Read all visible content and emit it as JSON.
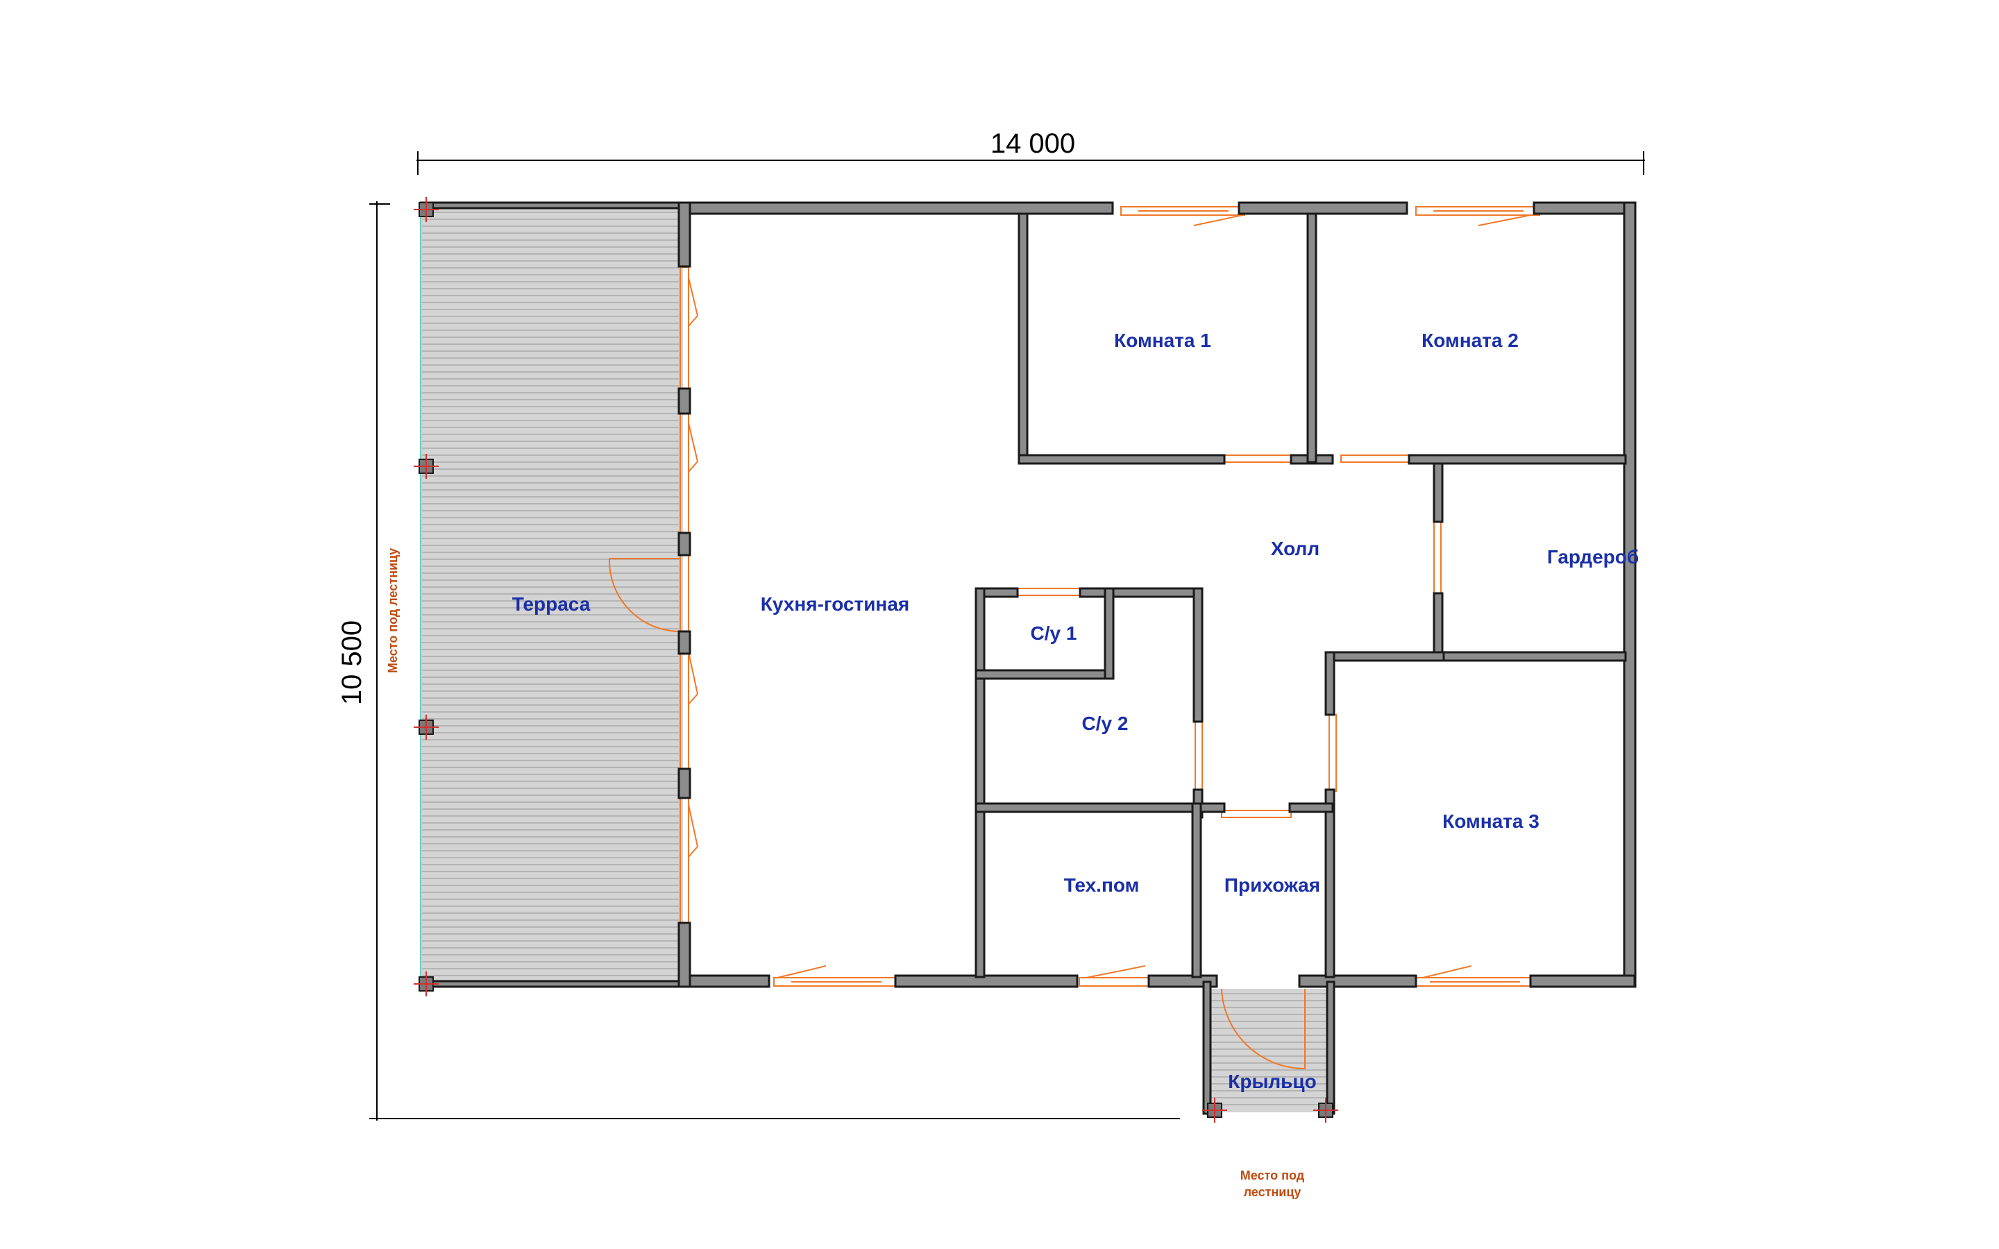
{
  "dimensions": {
    "width_label": "14 000",
    "height_label": "10 500"
  },
  "rooms": {
    "terrace": "Терраса",
    "kitchen_living": "Кухня-гостиная",
    "room1": "Комната 1",
    "room2": "Комната 2",
    "hall": "Холл",
    "wardrobe": "Гардероб",
    "bathroom1": "С/у 1",
    "bathroom2": "С/у 2",
    "room3": "Комната 3",
    "tech_room": "Тех.пом",
    "entrance_hall": "Прихожая",
    "porch": "Крыльцо"
  },
  "notes": {
    "stair_place_left": "Место под лестницу",
    "stair_place_bottom_line1": "Место под",
    "stair_place_bottom_line2": "лестницу"
  },
  "colors": {
    "wall_fill": "#8c8c8c",
    "wall_stroke": "#1a1a1a",
    "terrace_fill": "#d4d4d4",
    "board_line": "#b4b4b4",
    "opening": "#f07828",
    "label": "#1a2fa8",
    "note": "#c04a10",
    "post_mark": "#d03030"
  }
}
